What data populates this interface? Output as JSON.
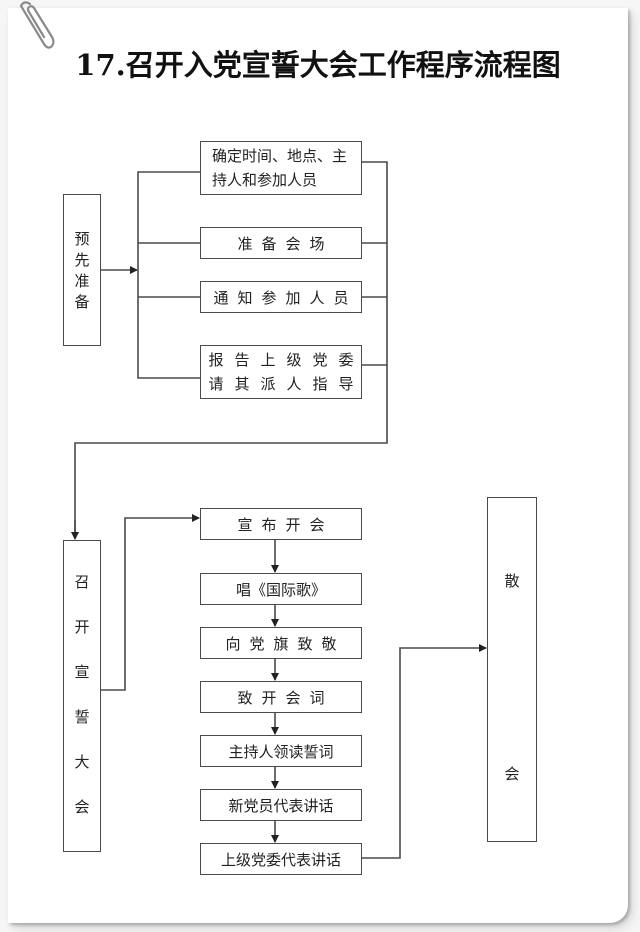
{
  "title": "17.召开入党宣誓大会工作程序流程图",
  "colors": {
    "line": "#4a4a4a",
    "paper": "#ffffff",
    "background": "#f6f6f6"
  },
  "icons": {
    "clip": "paperclip-icon"
  },
  "stages": {
    "prepare": {
      "label": "预先准备",
      "chars": [
        "预",
        "先",
        "准",
        "备"
      ]
    },
    "ceremony": {
      "label": "召开宣誓大会",
      "chars": [
        "召",
        "开",
        "宣",
        "誓",
        "大",
        "会"
      ]
    },
    "adjourn": {
      "label": "散会",
      "chars": [
        "散",
        "会"
      ]
    }
  },
  "prepare_tasks": [
    {
      "lines": [
        "确定时间、地点、主",
        "持人和参加人员"
      ]
    },
    {
      "lines": [
        "准备会场"
      ]
    },
    {
      "lines": [
        "通知参加人员"
      ]
    },
    {
      "lines": [
        "报告上级党委",
        "请其派人指导"
      ]
    }
  ],
  "ceremony_steps": [
    "宣布开会",
    "唱《国际歌》",
    "向党旗致敬",
    "致开会词",
    "主持人领读誓词",
    "新党员代表讲话",
    "上级党委代表讲话"
  ]
}
